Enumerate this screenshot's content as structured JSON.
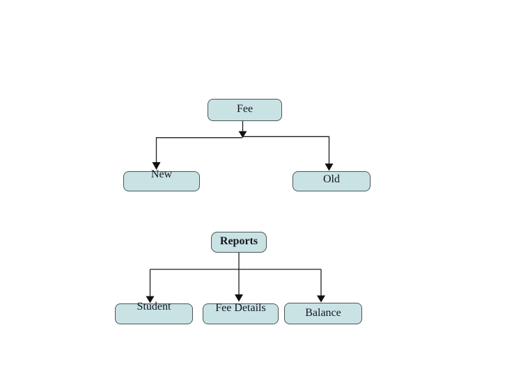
{
  "page": {
    "background_color": "#ffffff"
  },
  "styles": {
    "node_fill": "#c9e3e4",
    "node_border_color": "#4a5455",
    "connector_color": "#1c1c1c",
    "label_color": "#161622"
  },
  "diagrams": [
    {
      "root": {
        "label": "Fee"
      },
      "children": [
        {
          "label": "New"
        },
        {
          "label": "Old"
        }
      ]
    },
    {
      "root": {
        "label": "Reports"
      },
      "children": [
        {
          "label": "Student"
        },
        {
          "label": "Fee Details"
        },
        {
          "label": "Balance"
        }
      ]
    }
  ]
}
